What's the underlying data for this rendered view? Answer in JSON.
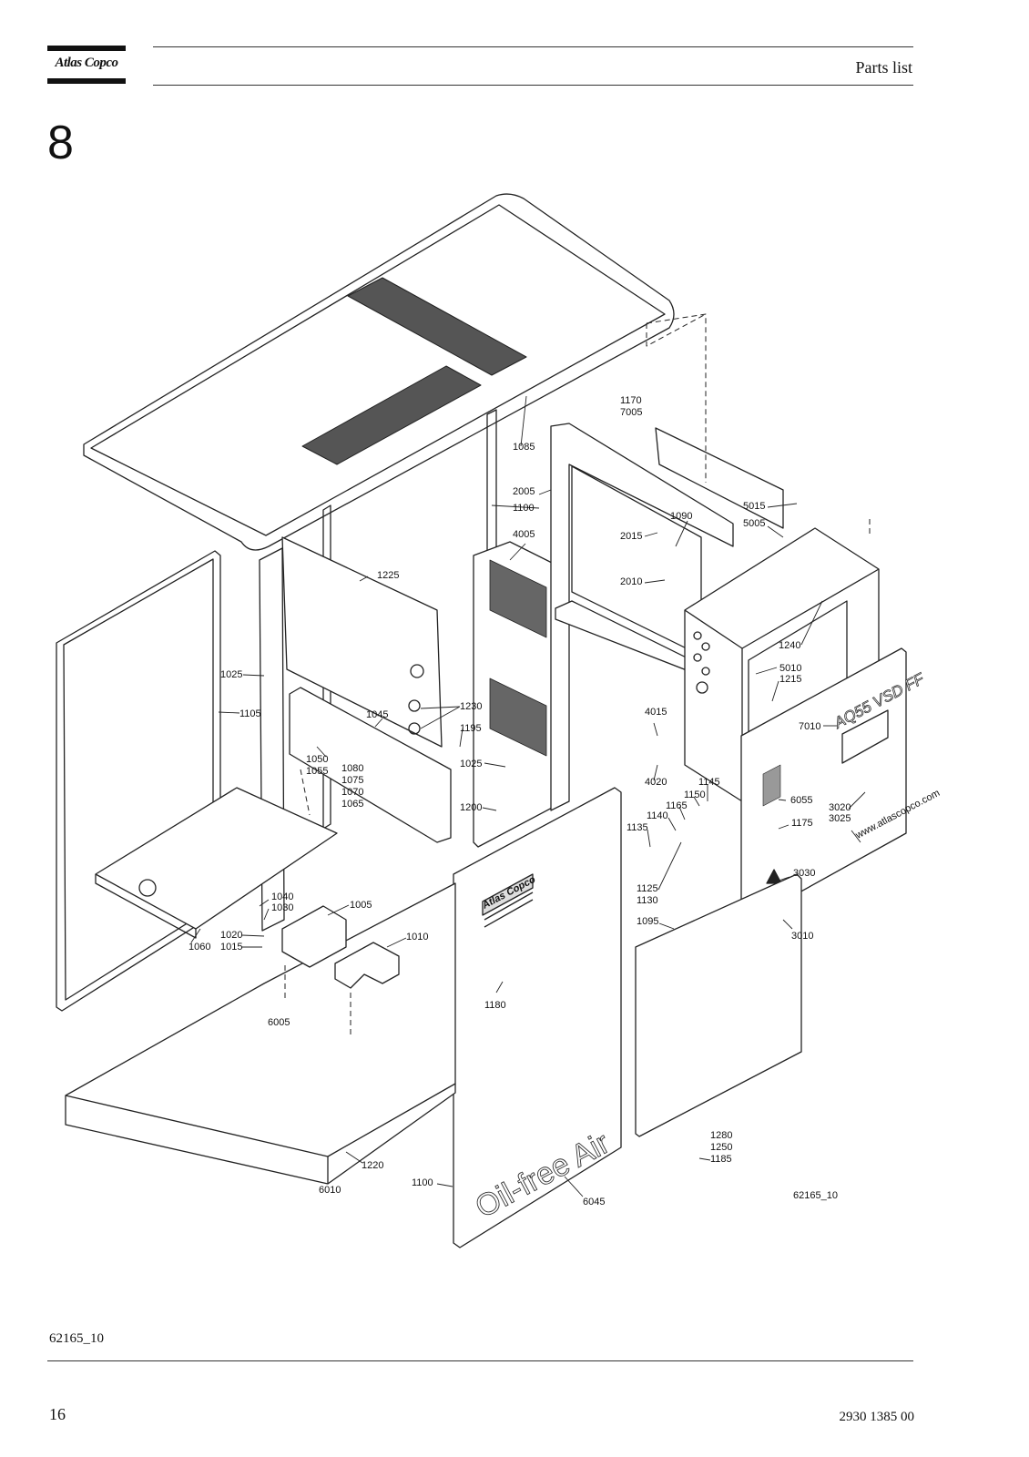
{
  "header": {
    "brand": "Atlas Copco",
    "title": "Parts list"
  },
  "section_number": "8",
  "figure": {
    "drawing_id": "62165_10",
    "panel_texts": {
      "brand_panel": "Atlas Copco",
      "front_text": "Oil-free Air",
      "model": "AQ55 VSD FF",
      "url": "www.atlascopco.com"
    },
    "callouts": [
      {
        "id": "c1170",
        "text": "1170"
      },
      {
        "id": "c7005",
        "text": "7005"
      },
      {
        "id": "c1085",
        "text": "1085"
      },
      {
        "id": "c2005",
        "text": "2005"
      },
      {
        "id": "c1100a",
        "text": "1100"
      },
      {
        "id": "c4005",
        "text": "4005"
      },
      {
        "id": "c2015",
        "text": "2015"
      },
      {
        "id": "c1090",
        "text": "1090"
      },
      {
        "id": "c5015",
        "text": "5015"
      },
      {
        "id": "c5005",
        "text": "5005"
      },
      {
        "id": "c2010",
        "text": "2010"
      },
      {
        "id": "c1225",
        "text": "1225"
      },
      {
        "id": "c1240",
        "text": "1240"
      },
      {
        "id": "c5010",
        "text": "5010"
      },
      {
        "id": "c1215",
        "text": "1215"
      },
      {
        "id": "c1025a",
        "text": "1025"
      },
      {
        "id": "c1105",
        "text": "1105"
      },
      {
        "id": "c1045",
        "text": "1045"
      },
      {
        "id": "c1230",
        "text": "1230"
      },
      {
        "id": "c1195",
        "text": "1195"
      },
      {
        "id": "c4015",
        "text": "4015"
      },
      {
        "id": "c7010",
        "text": "7010"
      },
      {
        "id": "c1050",
        "text": "1050"
      },
      {
        "id": "c1055",
        "text": "1055"
      },
      {
        "id": "c1080",
        "text": "1080"
      },
      {
        "id": "c1075",
        "text": "1075"
      },
      {
        "id": "c1070",
        "text": "1070"
      },
      {
        "id": "c1065",
        "text": "1065"
      },
      {
        "id": "c1025b",
        "text": "1025"
      },
      {
        "id": "c4020",
        "text": "4020"
      },
      {
        "id": "c1145",
        "text": "1145"
      },
      {
        "id": "c1150",
        "text": "1150"
      },
      {
        "id": "c1165",
        "text": "1165"
      },
      {
        "id": "c6055",
        "text": "6055"
      },
      {
        "id": "c1140",
        "text": "1140"
      },
      {
        "id": "c1200",
        "text": "1200"
      },
      {
        "id": "c1135",
        "text": "1135"
      },
      {
        "id": "c1175",
        "text": "1175"
      },
      {
        "id": "c3020",
        "text": "3020"
      },
      {
        "id": "c3025",
        "text": "3025"
      },
      {
        "id": "c3030",
        "text": "3030"
      },
      {
        "id": "c1125",
        "text": "1125"
      },
      {
        "id": "c1130",
        "text": "1130"
      },
      {
        "id": "c1040",
        "text": "1040"
      },
      {
        "id": "c1030",
        "text": "1030"
      },
      {
        "id": "c1005",
        "text": "1005"
      },
      {
        "id": "c1095",
        "text": "1095"
      },
      {
        "id": "c3010",
        "text": "3010"
      },
      {
        "id": "c1020",
        "text": "1020"
      },
      {
        "id": "c1010",
        "text": "1010"
      },
      {
        "id": "c1060",
        "text": "1060"
      },
      {
        "id": "c1015",
        "text": "1015"
      },
      {
        "id": "c1180",
        "text": "1180"
      },
      {
        "id": "c6005",
        "text": "6005"
      },
      {
        "id": "c1280",
        "text": "1280"
      },
      {
        "id": "c1250",
        "text": "1250"
      },
      {
        "id": "c1185",
        "text": "1185"
      },
      {
        "id": "c1220",
        "text": "1220"
      },
      {
        "id": "c6010",
        "text": "6010"
      },
      {
        "id": "c1100b",
        "text": "1100"
      },
      {
        "id": "c6045",
        "text": "6045"
      }
    ]
  },
  "footer": {
    "caption": "62165_10",
    "page_number": "16",
    "doc_number": "2930 1385 00"
  }
}
